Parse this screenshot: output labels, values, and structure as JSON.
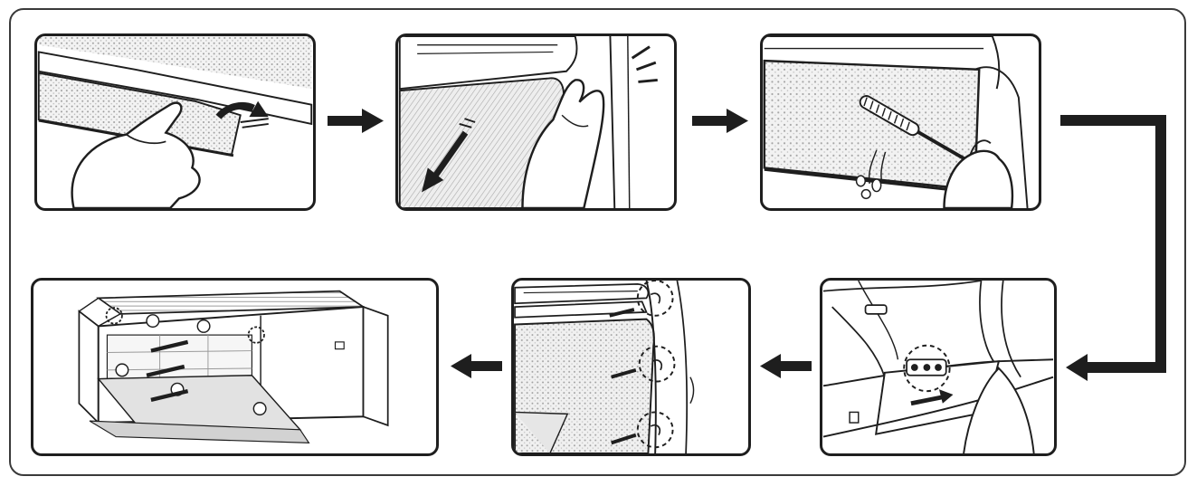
{
  "diagram": {
    "kind": "filter-cleaning-instruction-sequence",
    "steps": [
      {
        "order": 1,
        "icon": "press-filter-tab-icon"
      },
      {
        "order": 2,
        "icon": "pull-out-filter-icon"
      },
      {
        "order": 3,
        "icon": "brush-filter-icon"
      },
      {
        "order": 4,
        "icon": "reinsert-filter-hook-icon"
      },
      {
        "order": 5,
        "icon": "slide-filter-in-icon"
      },
      {
        "order": 6,
        "icon": "indoor-unit-filter-fitted-icon"
      }
    ],
    "colors": {
      "ink": "#1e1e1e",
      "frame": "#3a3a3a",
      "texture": "#bdbdbd",
      "background": "#ffffff"
    }
  }
}
